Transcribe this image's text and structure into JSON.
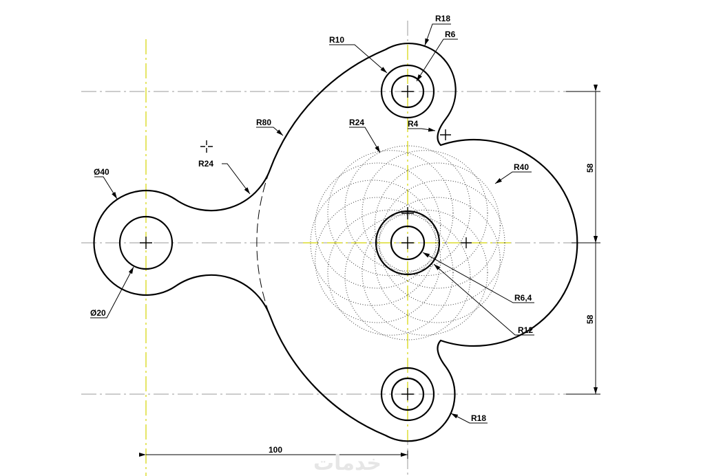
{
  "drawing": {
    "labels": {
      "r18_top": "R18",
      "r6": "R6",
      "r10": "R10",
      "r80": "R80",
      "r4": "R4",
      "r24_fillet": "R24",
      "r24_inner": "R24",
      "r40": "R40",
      "d40": "Ø40",
      "d20": "Ø20",
      "r6_4": "R6,4",
      "r12": "R12",
      "r18_bottom": "R18"
    },
    "dimensions": {
      "vertical_upper": "58",
      "vertical_lower": "58",
      "horizontal": "100"
    },
    "watermark": "خدمات",
    "colors": {
      "object": "#000000",
      "centerline": "#999999",
      "centerline_accent": "#d4d400"
    }
  }
}
